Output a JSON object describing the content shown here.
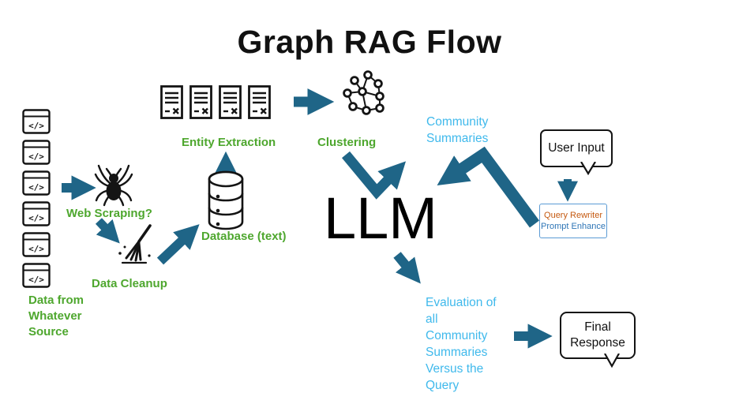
{
  "title": "Graph RAG Flow",
  "colors": {
    "arrow": "#1F6587",
    "green_label": "#4EA72E",
    "blue_label": "#3FB9EC",
    "query_rewriter_orange": "#C55A11",
    "prompt_enhance_blue": "#2E75B6"
  },
  "sources": {
    "code_glyph": "</>",
    "caption": "Data from\nWhatever\nSource"
  },
  "pipeline": {
    "web_scraping": "Web Scraping?",
    "data_cleanup": "Data Cleanup",
    "database": "Database (text)",
    "entity_extraction": "Entity Extraction",
    "clustering": "Clustering"
  },
  "center": {
    "llm": "LLM"
  },
  "right": {
    "community_summaries": "Community\nSummaries",
    "user_input": "User Input",
    "query_rewriter": "Query Rewriter",
    "prompt_enhance": "Prompt Enhance",
    "evaluation": "Evaluation of\nall\nCommunity\nSummaries\nVersus the\nQuery",
    "final_response": "Final\nResponse"
  }
}
